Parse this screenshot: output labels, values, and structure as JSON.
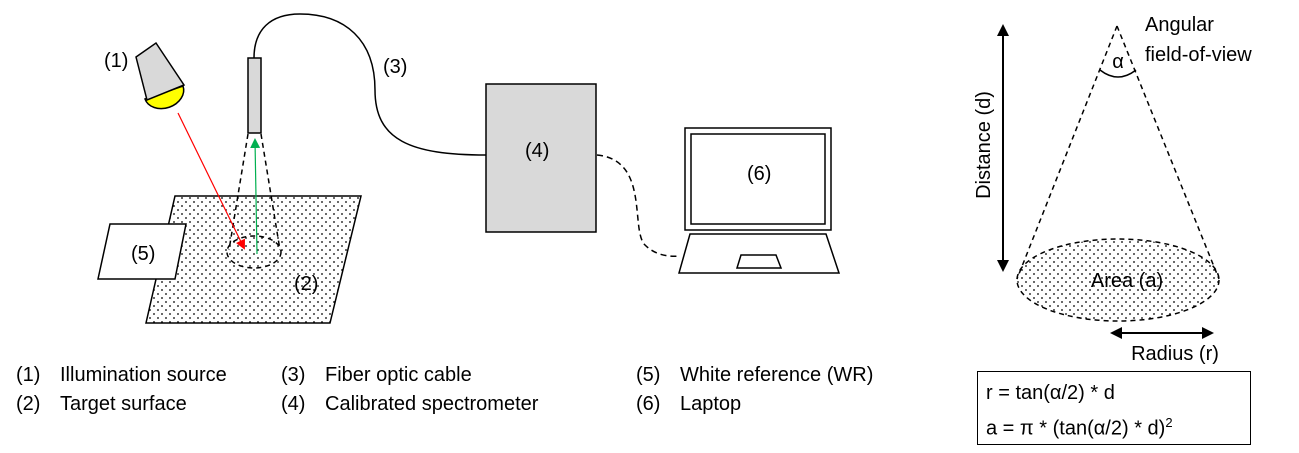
{
  "labels": {
    "n1": "(1)",
    "n2": "(2)",
    "n3": "(3)",
    "n4": "(4)",
    "n5": "(5)",
    "n6": "(6)"
  },
  "legend": [
    {
      "num": "(1)",
      "text": "Illumination source"
    },
    {
      "num": "(2)",
      "text": "Target surface"
    },
    {
      "num": "(3)",
      "text": "Fiber optic cable"
    },
    {
      "num": "(4)",
      "text": "Calibrated spectrometer"
    },
    {
      "num": "(5)",
      "text": "White reference (WR)"
    },
    {
      "num": "(6)",
      "text": "Laptop"
    }
  ],
  "cone": {
    "alpha": "α",
    "fov_line1": "Angular",
    "fov_line2": "field-of-view",
    "distance": "Distance (d)",
    "area": "Area (a)",
    "radius": "Radius (r)"
  },
  "formula": {
    "line1": "r = tan(α/2) * d",
    "line2": "a = π * (tan(α/2) * d)",
    "exponent": "2"
  },
  "colors": {
    "lamp_body": "#d9d9d9",
    "bulb": "#ffff00",
    "incident_ray": "#ff0000",
    "reflected_ray": "#00b050",
    "spectrometer": "#d9d9d9"
  }
}
